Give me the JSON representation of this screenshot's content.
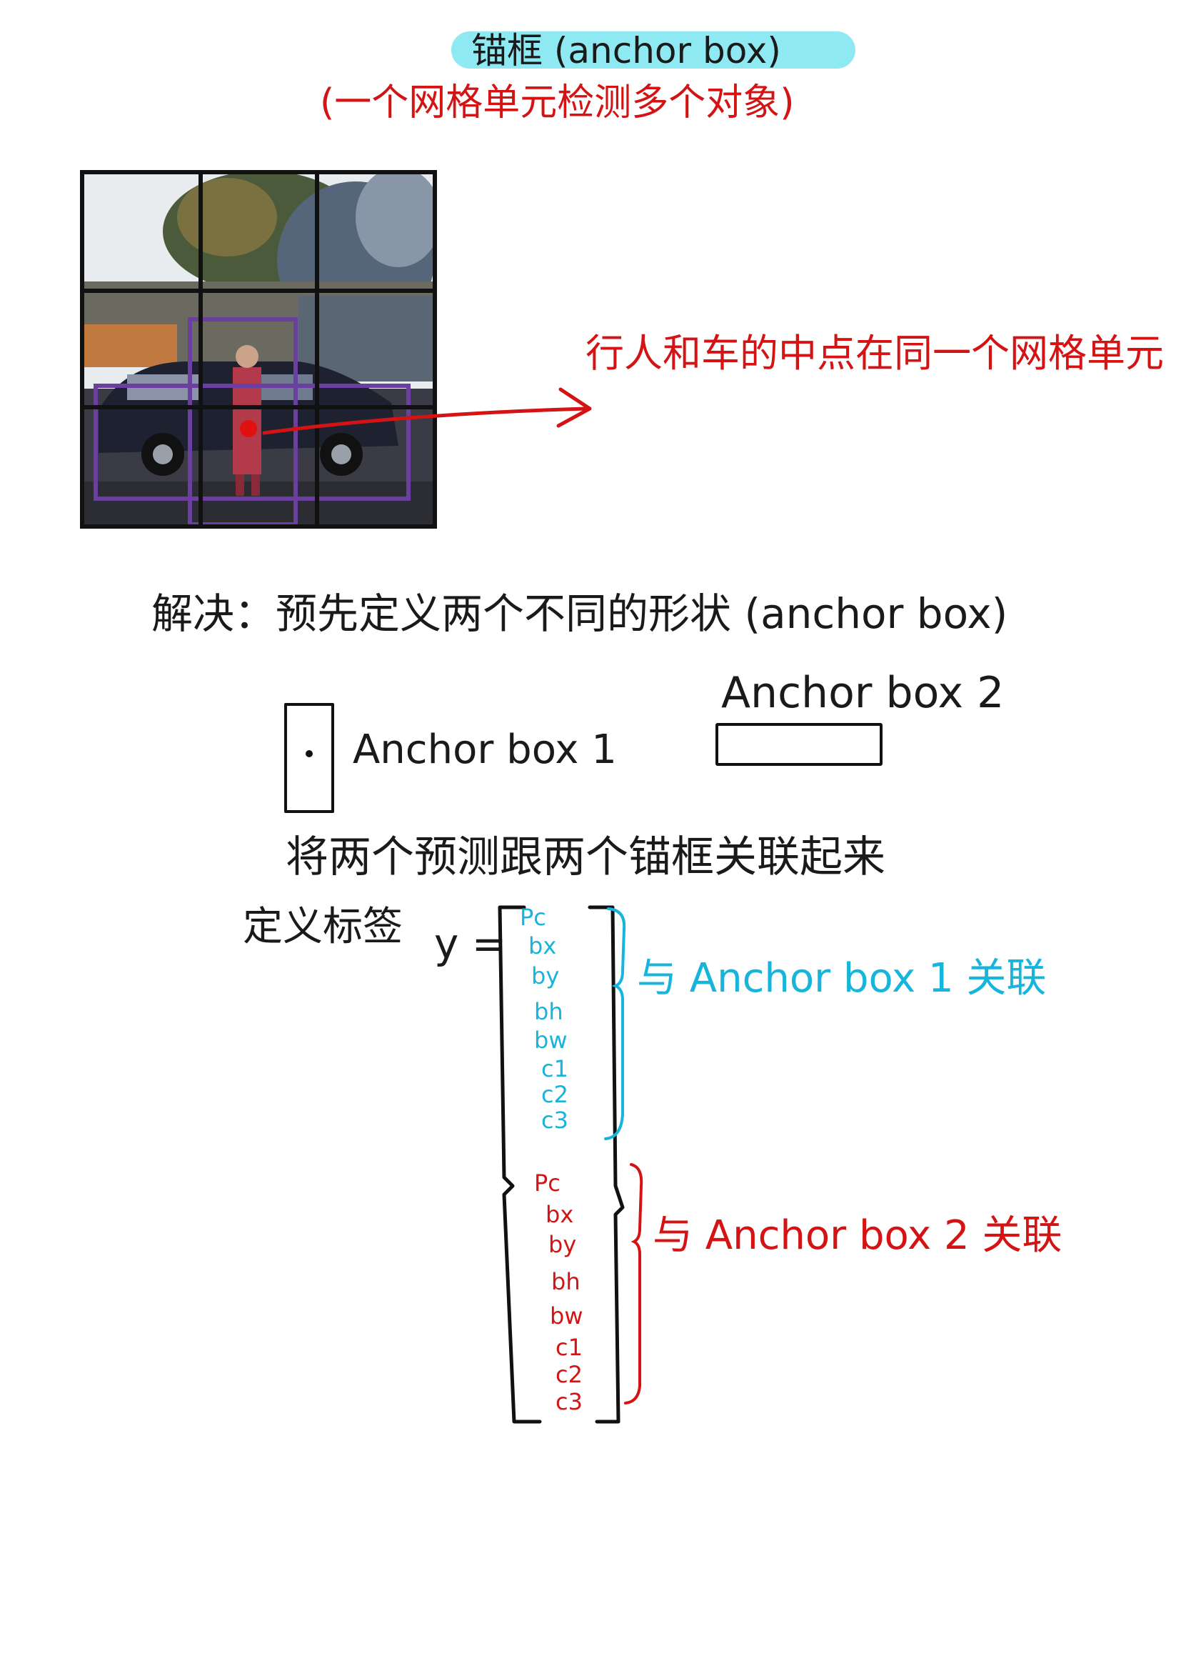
{
  "title": "锚框 (anchor box)",
  "subtitle": "(一个网格单元检测多个对象)",
  "photo_note": "行人和车的中点在同一个网格单元",
  "solution": "解决：预先定义两个不同的形状 (anchor box)",
  "anchor_box_1_label": "Anchor box 1",
  "anchor_box_2_label": "Anchor box 2",
  "link_note": "将两个预测跟两个锚框关联起来",
  "label_definition": "定义标签",
  "label_var": "y =",
  "vector_group_1": [
    "Pc",
    "bx",
    "by",
    "bh",
    "bw",
    "c1",
    "c2",
    "c3"
  ],
  "vector_group_2": [
    "Pc",
    "bx",
    "by",
    "bh",
    "bw",
    "c1",
    "c2",
    "c3"
  ],
  "assoc_1": "与 Anchor box 1 关联",
  "assoc_2": "与 Anchor box 2 关联",
  "colors": {
    "ink": "#1a1a1a",
    "red": "#d41414",
    "cyan": "#17b4dc",
    "highlight": "#8fe9f3",
    "purple_box": "#6a3fa0"
  }
}
